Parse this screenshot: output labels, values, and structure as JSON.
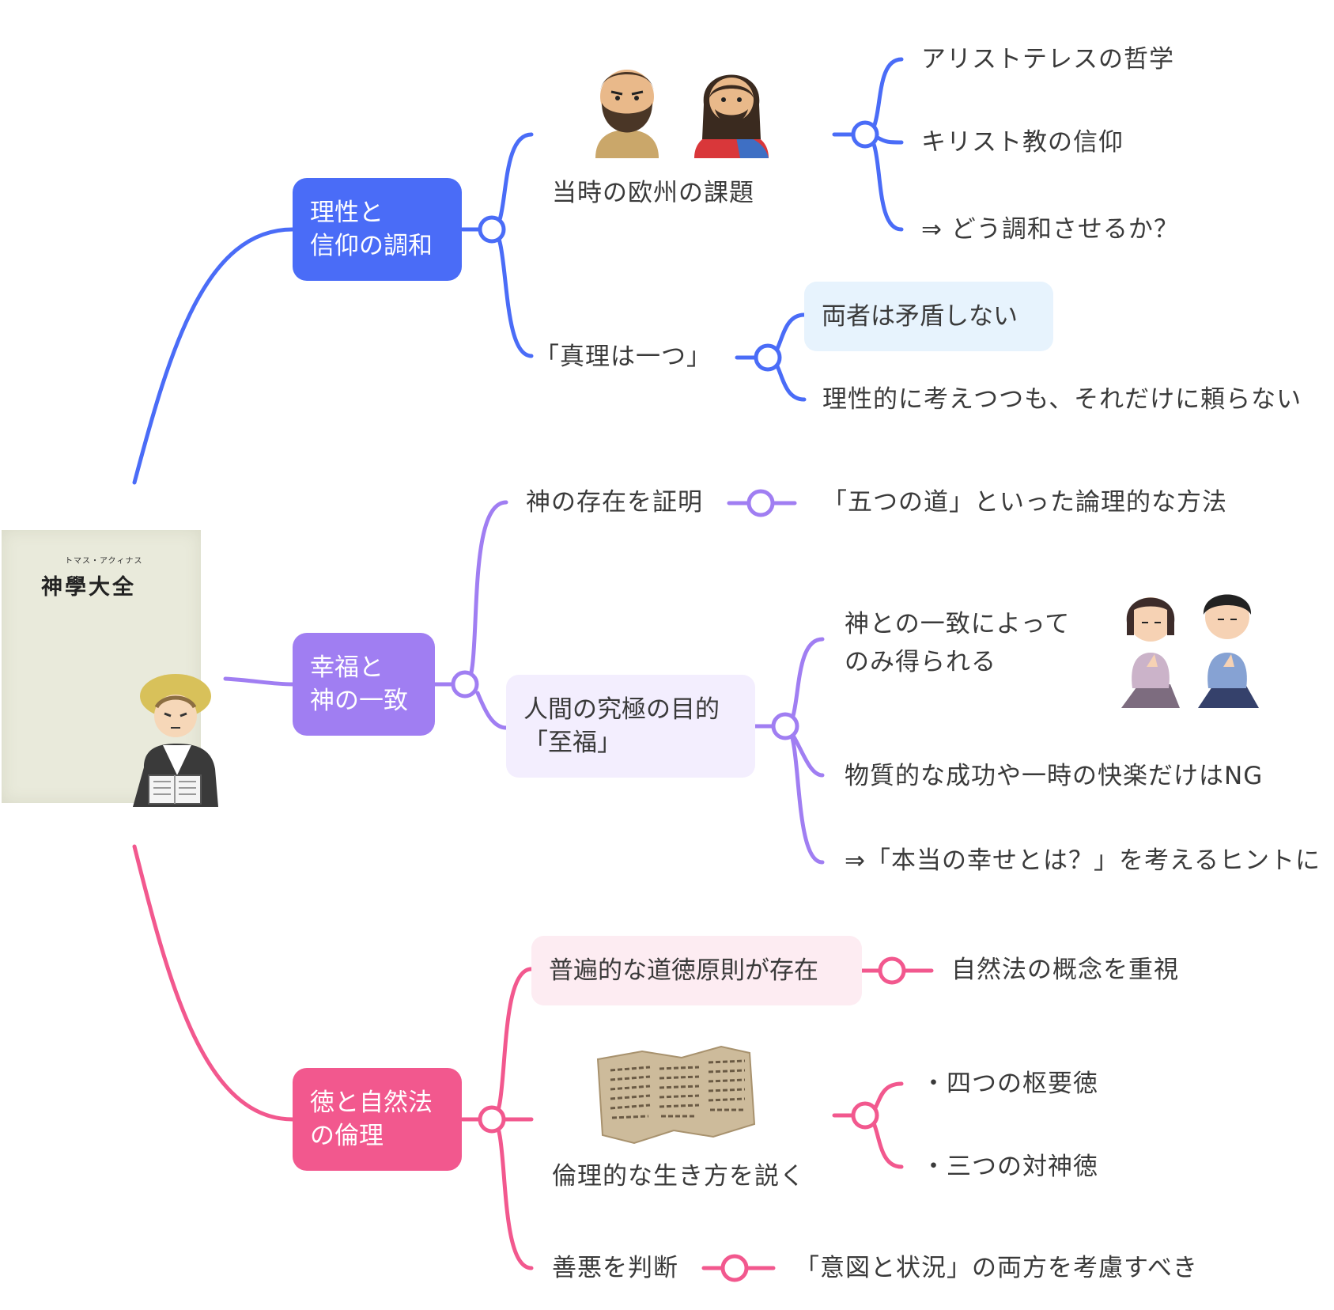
{
  "colors": {
    "blue": "#4a6cf7",
    "purple": "#a07ef2",
    "pink": "#f2588e",
    "text": "#3a3a3a"
  },
  "root": {
    "cover_subtitle": "トマス・アクィナス",
    "cover_title": "神學大全"
  },
  "branches": [
    {
      "title_lines": [
        "理性と",
        "信仰の調和"
      ],
      "children": [
        {
          "label": "当時の欧州の課題",
          "children": [
            "アリストテレスの哲学",
            "キリスト教の信仰",
            "⇒ どう調和させるか？"
          ]
        },
        {
          "label": "「真理は一つ」",
          "children": [
            "両者は矛盾しない",
            "理性的に考えつつも、それだけに頼らない"
          ]
        }
      ]
    },
    {
      "title_lines": [
        "幸福と",
        "神の一致"
      ],
      "children": [
        {
          "label": "神の存在を証明",
          "children": [
            "「五つの道」といった論理的な方法"
          ]
        },
        {
          "label_lines": [
            "人間の究極の目的",
            "「至福」"
          ],
          "children": [
            {
              "lines": [
                "神との一致によって",
                "のみ得られる"
              ]
            },
            "物質的な成功や一時の快楽だけはNG",
            "⇒「本当の幸せとは？」を考えるヒントに"
          ]
        }
      ]
    },
    {
      "title_lines": [
        "徳と自然法",
        "の倫理"
      ],
      "children": [
        {
          "label": "普遍的な道徳原則が存在",
          "children": [
            "自然法の概念を重視"
          ]
        },
        {
          "label": "倫理的な生き方を説く",
          "children": [
            "・四つの枢要徳",
            "・三つの対神徳"
          ]
        },
        {
          "label": "善悪を判断",
          "children": [
            "「意図と状況」の両方を考慮すべき"
          ]
        }
      ]
    }
  ]
}
